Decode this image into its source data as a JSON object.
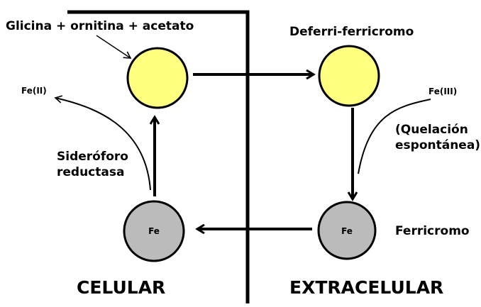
{
  "labels": {
    "precursors": "Glicina + ornitina + acetato",
    "deferri": "Deferri-ferricromo",
    "fe_ii": "Fe(II)",
    "fe_iii": "Fe(III)",
    "chelation_line1": "(Quelación",
    "chelation_line2": "espontánea)",
    "reductase_line1": "Sideróforo",
    "reductase_line2": "reductasa",
    "ferricromo": "Ferricromo",
    "fe_left": "Fe",
    "fe_right": "Fe",
    "cellular": "CELULAR",
    "extracellular": "EXTRACELULAR"
  },
  "colors": {
    "empty_siderophore": "#ffff80",
    "iron_loaded": "#bbbbbb",
    "stroke": "#000000"
  }
}
